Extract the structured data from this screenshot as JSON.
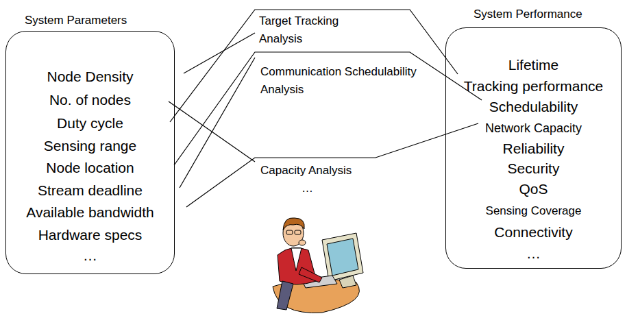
{
  "diagram": {
    "nodes": [
      {
        "text": [
          "System Parameters",
          "Node Density",
          "No. of nodes",
          "Duty cycle",
          "Sensing range",
          "Node location",
          "Stream deadline",
          "Available bandwidth",
          "Hardware specs",
          "…"
        ]
      },
      {
        "text": [
          "System Performance",
          "Lifetime",
          "Tracking performance",
          "Schedulability",
          "Network Capacity",
          "Reliability",
          "Security",
          "QoS",
          "Sensing Coverage",
          "Connectivity",
          "…"
        ]
      }
    ],
    "labels": [
      "Target Tracking Analysis",
      "Communication Schedulability Analysis",
      "Capacity Analysis",
      "…"
    ]
  }
}
